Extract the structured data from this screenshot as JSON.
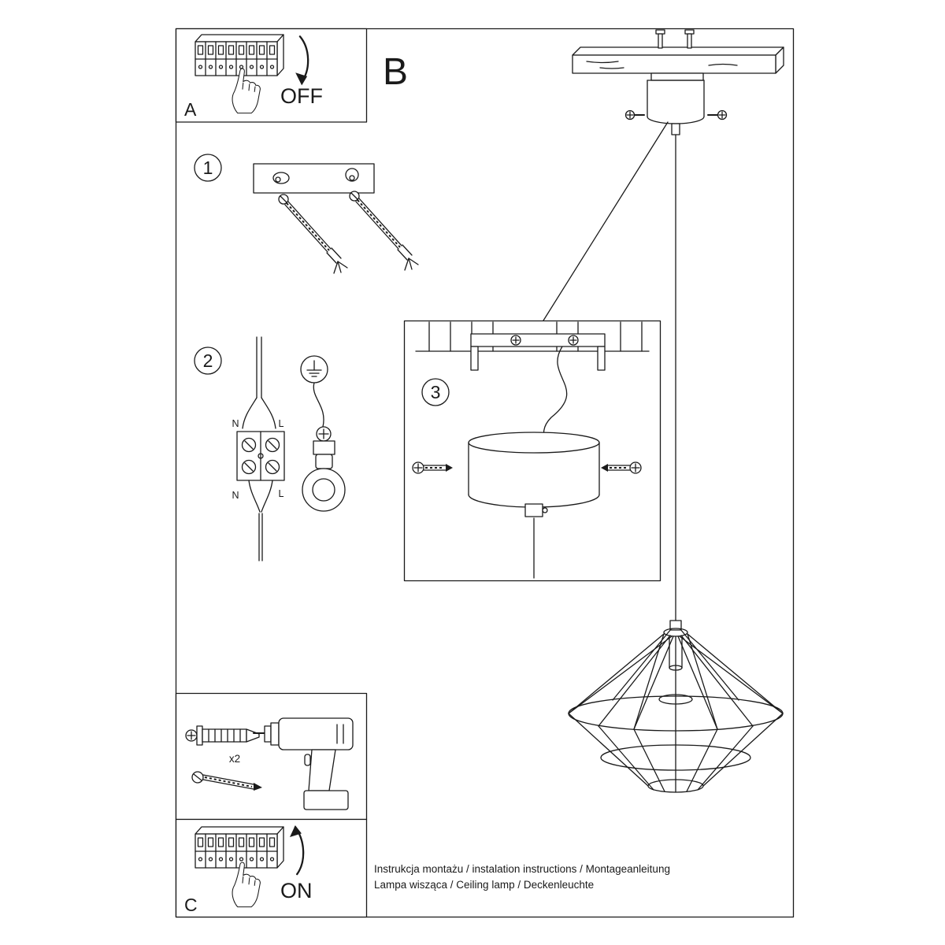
{
  "panels": {
    "a": {
      "label": "A",
      "state": "OFF"
    },
    "b": {
      "label": "B"
    },
    "c": {
      "label": "C",
      "state": "ON"
    }
  },
  "steps": {
    "step1": {
      "number": "1"
    },
    "step2": {
      "number": "2",
      "wire_labels": {
        "n_top": "N",
        "l_top": "L",
        "n_bottom": "N",
        "l_bottom": "L"
      }
    },
    "step3": {
      "number": "3"
    }
  },
  "hardware": {
    "count_label": "x2"
  },
  "footer": {
    "line1": "Instrukcja montażu / instalation instructions / Montageanleitung",
    "line2": "Lampa wisząca / Ceiling lamp  / Deckenleuchte"
  },
  "colors": {
    "line": "#1a1a1a",
    "background": "#ffffff"
  }
}
